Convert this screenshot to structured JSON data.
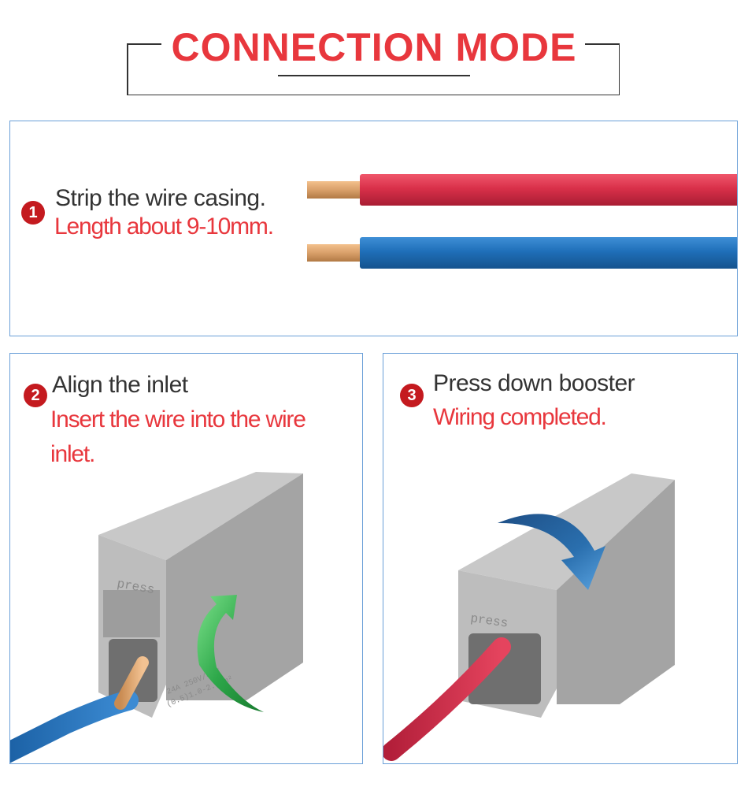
{
  "header": {
    "title": "CONNECTION MODE"
  },
  "steps": [
    {
      "number": "1",
      "title": "Strip the wire casing.",
      "subtitle": "Length about 9-10mm."
    },
    {
      "number": "2",
      "title": "Align the inlet",
      "subtitle": "Insert the wire into the wire inlet."
    },
    {
      "number": "3",
      "title": "Press down booster",
      "subtitle": "Wiring completed."
    }
  ],
  "product": {
    "press_label": "press",
    "rating_text": "24A 250V/4KV",
    "size_text": "(0.5)1.0-2.5mm²"
  },
  "colors": {
    "accent_red": "#e8373d",
    "badge_red": "#c41a1f",
    "frame_blue": "#6a9fd8",
    "wire_red": "#d9304a",
    "wire_blue": "#1f6fb9",
    "copper": "#d9a06a",
    "arrow_green": "#2ea84a",
    "arrow_blue": "#2a6fae"
  }
}
